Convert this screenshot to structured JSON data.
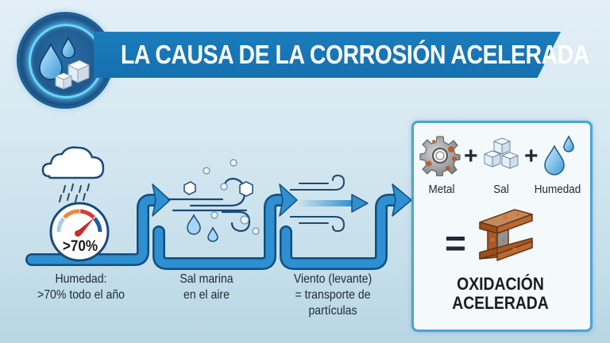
{
  "header": {
    "title": "LA CAUSA DE LA CORROSIÓN ACELERADA",
    "badge_icon": "water-drops-and-salt-cubes-icon"
  },
  "flow": {
    "steps": [
      {
        "icon": "rain-cloud-humidity-gauge-icon",
        "gauge_value": ">70%",
        "caption_line1": "Humedad:",
        "caption_line2": ">70% todo el año"
      },
      {
        "icon": "sea-salt-wind-icon",
        "caption_line1": "Sal marina",
        "caption_line2": "en el aire"
      },
      {
        "icon": "wind-arrow-icon",
        "caption_line1": "Viento (levante)",
        "caption_line2": "= transporte de",
        "caption_line3": "partículas"
      }
    ],
    "arrow_color": "#2f8fd0"
  },
  "result": {
    "ingredients": [
      {
        "icon": "rusty-gear-icon",
        "label": "Metal"
      },
      {
        "icon": "salt-cubes-icon",
        "label": "Sal"
      },
      {
        "icon": "water-drops-icon",
        "label": "Humedad"
      }
    ],
    "plus_symbol": "+",
    "equals_symbol": "=",
    "outcome_icon": "rusted-i-beam-icon",
    "outcome_line1": "OXIDACIÓN",
    "outcome_line2": "ACELERADA"
  },
  "colors": {
    "title_bar": "#1570b0",
    "panel_border": "#4aa4d6",
    "text_dark": "#1e2a36",
    "rust": "#b5561e"
  }
}
